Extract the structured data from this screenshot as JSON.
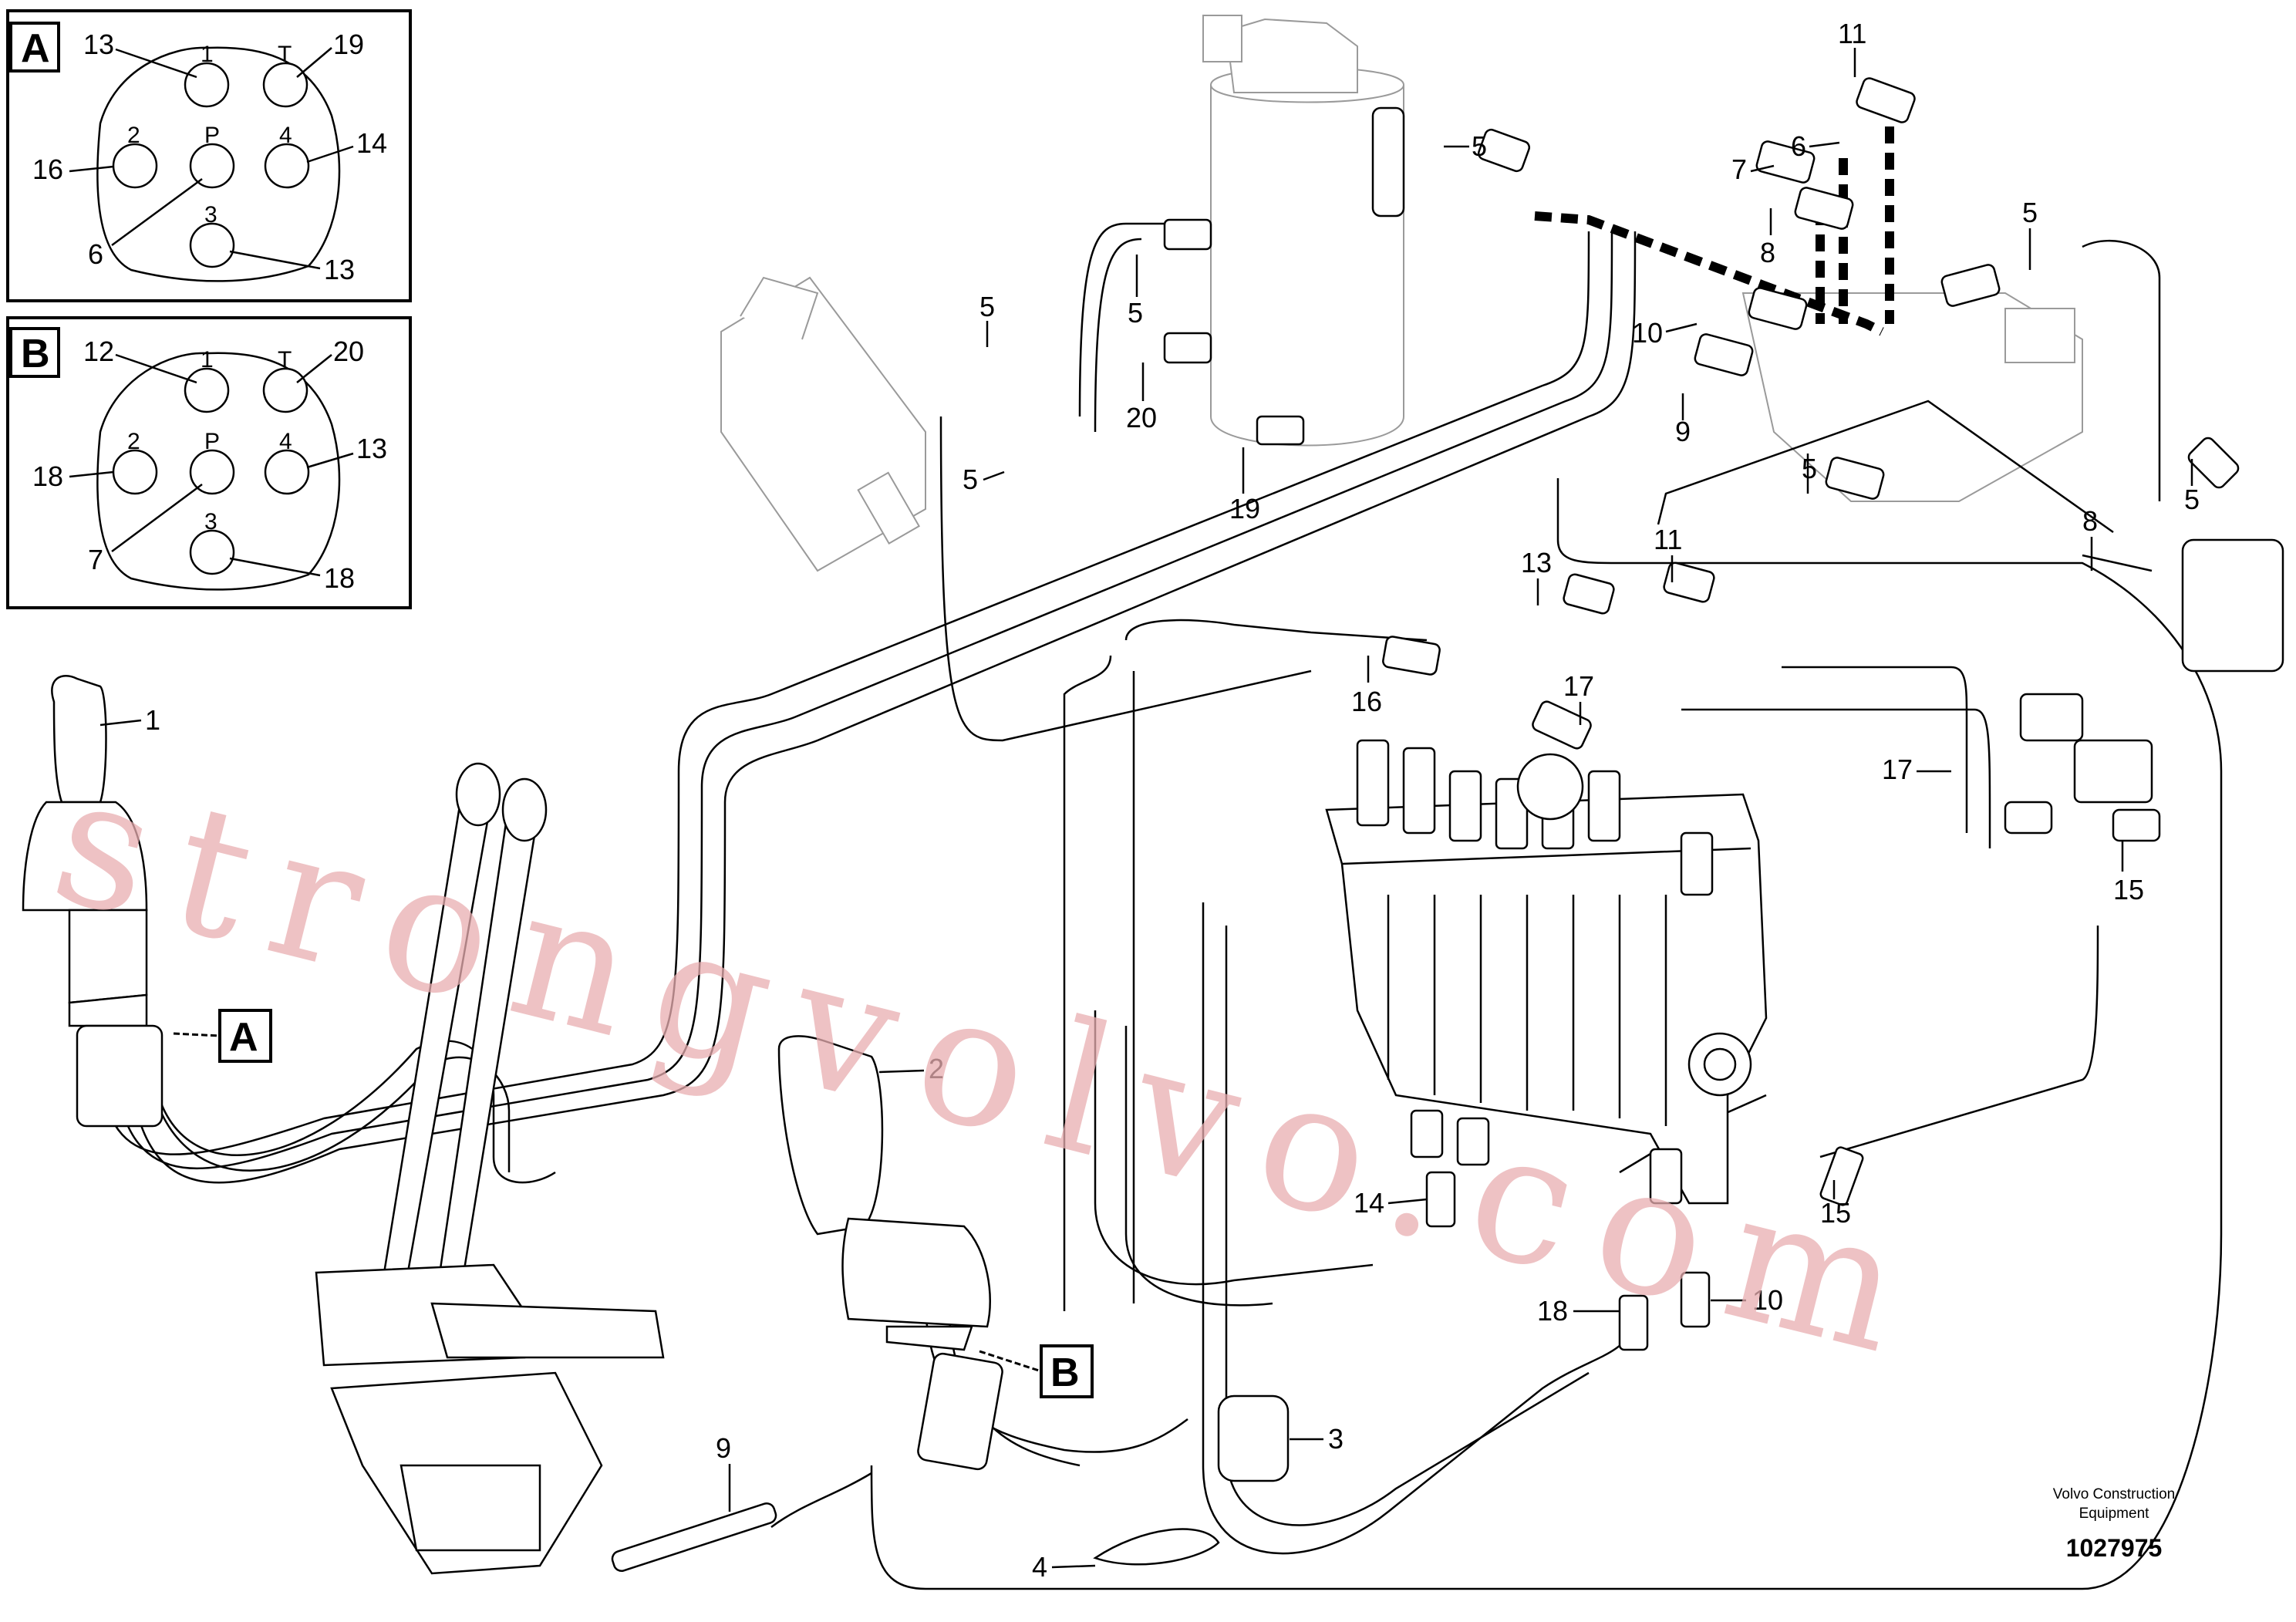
{
  "detail_a": {
    "letter": "A",
    "pins": [
      "1",
      "T",
      "2",
      "P",
      "4",
      "3"
    ],
    "callouts": [
      "13",
      "19",
      "16",
      "14",
      "6",
      "13"
    ]
  },
  "detail_b": {
    "letter": "B",
    "pins": [
      "1",
      "T",
      "2",
      "P",
      "4",
      "3"
    ],
    "callouts": [
      "12",
      "20",
      "18",
      "13",
      "7",
      "18"
    ]
  },
  "callouts": {
    "c11_top": "11",
    "c6_top": "6",
    "c7_top": "7",
    "c8_top": "8",
    "c5_a": "5",
    "c5_b": "5",
    "c5_c": "5",
    "c5_d": "5",
    "c5_e": "5",
    "c5_f": "5",
    "c5_g": "5",
    "c20": "20",
    "c19": "19",
    "c10_top": "10",
    "c9_top": "9",
    "c11_mid": "11",
    "c13_mid": "13",
    "c16": "16",
    "c17_mid": "17",
    "c17_right": "17",
    "c8_right": "8",
    "c15_right": "15",
    "c15_low": "15",
    "c1": "1",
    "c2": "2",
    "c3": "3",
    "c4": "4",
    "c9_low": "9",
    "c14": "14",
    "c18": "18",
    "c10_low": "10"
  },
  "detail_tags": {
    "a": "A",
    "b": "B"
  },
  "watermark": "strongvolvo.com",
  "corporate": {
    "line1": "Volvo Construction",
    "line2": "Equipment"
  },
  "drawing_number": "1027975"
}
